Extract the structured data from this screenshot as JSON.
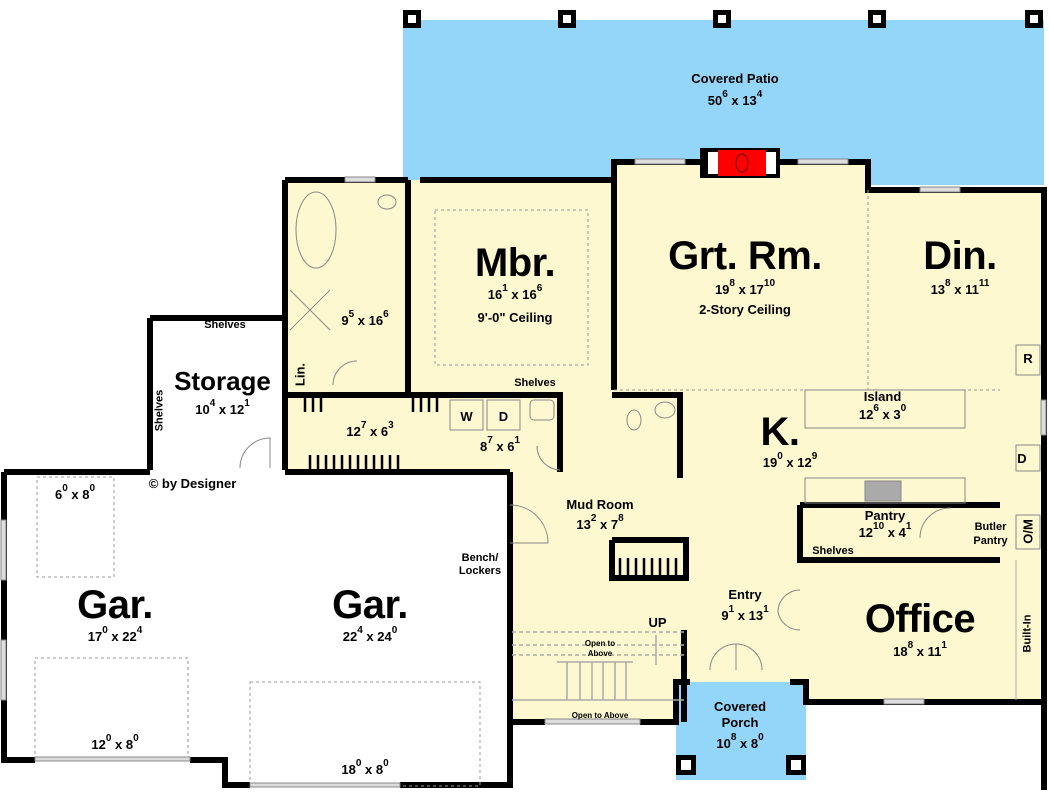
{
  "plan": {
    "copyright": "© by Designer",
    "colors": {
      "interior": "#fdf8cf",
      "patio": "#93d6fa",
      "wall": "#000000",
      "fireplace": "#ff0000",
      "garage": "#ffffff"
    }
  },
  "rooms": {
    "patio": {
      "name": "Covered Patio",
      "dim_a": "50",
      "sup_a": "6",
      "dim_b": "13",
      "sup_b": "4"
    },
    "mbr": {
      "name": "Mbr.",
      "dim_a": "16",
      "sup_a": "1",
      "dim_b": "16",
      "sup_b": "6",
      "note": "9'-0\" Ceiling"
    },
    "grt": {
      "name": "Grt. Rm.",
      "dim_a": "19",
      "sup_a": "8",
      "dim_b": "17",
      "sup_b": "10",
      "note": "2-Story Ceiling"
    },
    "din": {
      "name": "Din.",
      "dim_a": "13",
      "sup_a": "8",
      "dim_b": "11",
      "sup_b": "11"
    },
    "mbath": {
      "dim_a": "9",
      "sup_a": "5",
      "dim_b": "16",
      "sup_b": "6"
    },
    "storage": {
      "name": "Storage",
      "dim_a": "10",
      "sup_a": "4",
      "dim_b": "12",
      "sup_b": "1",
      "shelves_top": "Shelves",
      "shelves_side": "Shelves"
    },
    "closet": {
      "dim_a": "12",
      "sup_a": "7",
      "dim_b": "6",
      "sup_b": "3"
    },
    "linen": {
      "name": "Lin."
    },
    "laundry": {
      "dim_a": "8",
      "sup_a": "7",
      "dim_b": "6",
      "sup_b": "1",
      "shelves": "Shelves",
      "washer": "W",
      "dryer": "D"
    },
    "island": {
      "name": "Island",
      "dim_a": "12",
      "sup_a": "6",
      "dim_b": "3",
      "sup_b": "0"
    },
    "kitchen": {
      "name": "K.",
      "dim_a": "19",
      "sup_a": "0",
      "dim_b": "12",
      "sup_b": "9",
      "fridge": "R",
      "dishwasher": "D",
      "oven": "O/M"
    },
    "pantry": {
      "name": "Pantry",
      "dim_a": "12",
      "sup_a": "10",
      "dim_b": "4",
      "sup_b": "1",
      "shelves": "Shelves"
    },
    "butler": {
      "name_1": "Butler",
      "name_2": "Pantry"
    },
    "mud": {
      "name": "Mud Room",
      "dim_a": "13",
      "sup_a": "2",
      "dim_b": "7",
      "sup_b": "8",
      "bench_1": "Bench/",
      "bench_2": "Lockers"
    },
    "entry": {
      "name": "Entry",
      "dim_a": "9",
      "sup_a": "1",
      "dim_b": "13",
      "sup_b": "1"
    },
    "stairs": {
      "up": "UP",
      "open_1": "Open to",
      "open_2": "Above",
      "open_bottom": "Open to Above"
    },
    "porch": {
      "name_1": "Covered",
      "name_2": "Porch",
      "dim_a": "10",
      "sup_a": "8",
      "dim_b": "8",
      "sup_b": "0"
    },
    "office": {
      "name": "Office",
      "dim_a": "18",
      "sup_a": "8",
      "dim_b": "11",
      "sup_b": "1",
      "builtin": "Built-In"
    },
    "gar1": {
      "name": "Gar.",
      "dim_a": "17",
      "sup_a": "0",
      "dim_b": "22",
      "sup_b": "4"
    },
    "gar2": {
      "name": "Gar.",
      "dim_a": "22",
      "sup_a": "4",
      "dim_b": "24",
      "sup_b": "0"
    },
    "golfcart": {
      "dim_a": "6",
      "sup_a": "0",
      "dim_b": "8",
      "sup_b": "0"
    },
    "door1": {
      "dim_a": "12",
      "sup_a": "0",
      "dim_b": "8",
      "sup_b": "0"
    },
    "door2": {
      "dim_a": "18",
      "sup_a": "0",
      "dim_b": "8",
      "sup_b": "0"
    }
  }
}
